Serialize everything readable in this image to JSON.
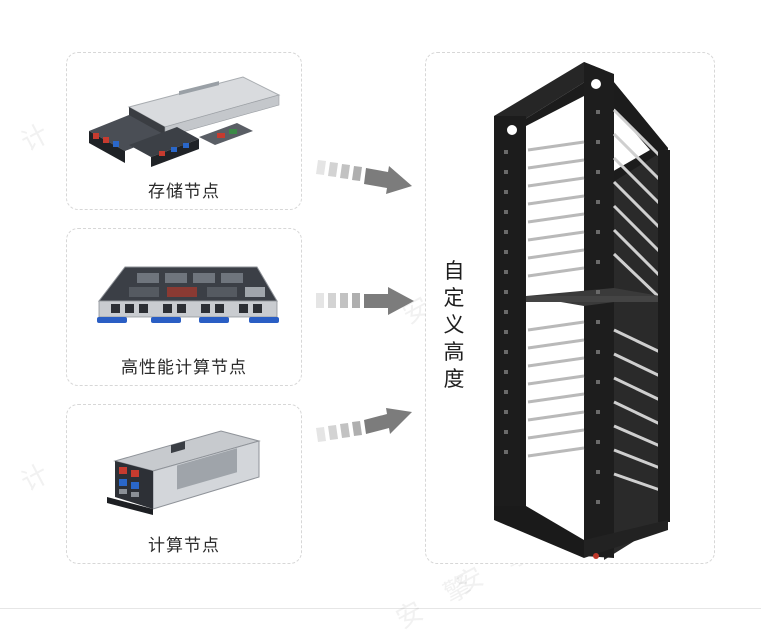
{
  "modules": [
    {
      "label": "存储节点",
      "icon": "storage-server-icon"
    },
    {
      "label": "高性能计算节点",
      "icon": "hpc-server-icon"
    },
    {
      "label": "计算节点",
      "icon": "compute-server-icon"
    }
  ],
  "rack": {
    "label_chars": [
      "自",
      "定",
      "义",
      "高",
      "度"
    ],
    "icon": "server-rack-icon"
  },
  "watermarks": [
    {
      "text": "计 算 机"
    },
    {
      "text": "安 擎 计 算"
    },
    {
      "text": "计 算 机"
    },
    {
      "text": "安 擎 计 算"
    },
    {
      "text": "安 擎"
    }
  ],
  "colors": {
    "card_border": "#d7d7d7",
    "arrow_gray": "#6e6e6e",
    "rack_black": "#1c1c1c"
  }
}
